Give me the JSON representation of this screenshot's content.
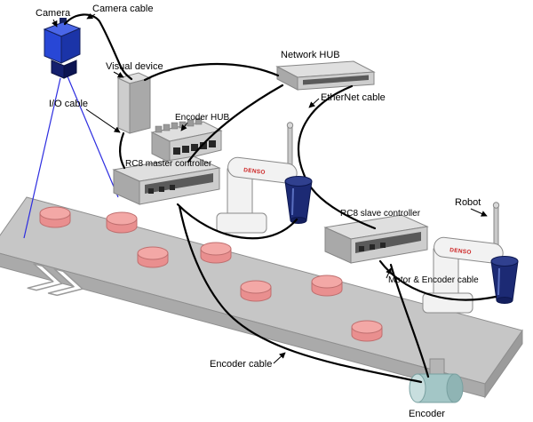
{
  "labels": {
    "camera": "Camera",
    "camera_cable": "Camera cable",
    "visual_device": "Visual device",
    "network_hub": "Network HUB",
    "io_cable": "I/O cable",
    "ethernet_cable": "EtherNet cable",
    "encoder_hub": "Encoder HUB",
    "rc8_master_controller": "RC8 master controller",
    "rc8_slave_controller": "RC8 slave controller",
    "robot": "Robot",
    "motor_encoder_cable": "Motor & Encoder cable",
    "encoder_cable": "Encoder cable",
    "encoder": "Encoder",
    "denso_brand": "DENSO"
  },
  "colors": {
    "camera_blue": "#2847d6",
    "tool_navy": "#1c2a74",
    "puck_pink": "#e98f8f",
    "conveyor_gray": "#c6c6c6",
    "device_gray": "#cdcdcd",
    "cable_black": "#000000",
    "fov_blue": "#2d2de0",
    "denso_red": "#cc2222",
    "encoder_teal": "#a3c6c6",
    "robot_white": "#f2f2f2"
  }
}
